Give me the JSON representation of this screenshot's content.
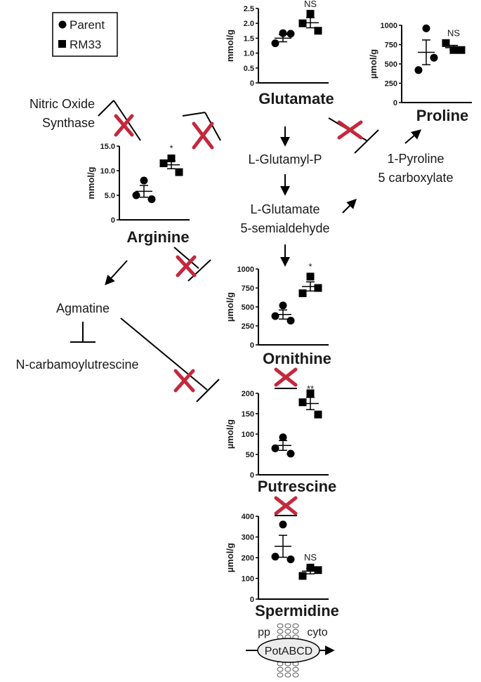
{
  "legend": {
    "parent": "Parent",
    "mutant": "RM33"
  },
  "pathway": {
    "nitric_oxide_synthase": [
      "Nitric Oxide",
      "Synthase"
    ],
    "l_glutamyl_p": "L-Glutamyl-P",
    "l_glutamate_semialdehyde": [
      "L-Glutamate",
      "5-semialdehyde"
    ],
    "pyroline": [
      "1-Pyroline",
      "5 carboxylate"
    ],
    "agmatine": "Agmatine",
    "n_carbamoylputrescine": "N-carbamoylutrescine"
  },
  "transport": {
    "left": "pp",
    "right": "cyto",
    "protein": "PotABCD"
  },
  "colors": {
    "block_mark": "#c4283c",
    "ink": "#000000"
  },
  "chart_data": [
    {
      "type": "scatter",
      "title": "Glutamate",
      "ylabel": "mmol/g",
      "ylim": [
        0,
        2.5
      ],
      "yticks": [
        "0",
        "0.5",
        "1.0",
        "1.5",
        "2.0",
        "2.5"
      ],
      "significance": "NS",
      "series": [
        {
          "name": "Parent",
          "marker": "circle",
          "values": [
            1.67,
            1.65,
            1.33
          ],
          "mean": 1.5,
          "sem": 0.12
        },
        {
          "name": "RM33",
          "marker": "square",
          "values": [
            2.32,
            2.0,
            1.75
          ],
          "mean": 2.02,
          "sem": 0.17
        }
      ]
    },
    {
      "type": "scatter",
      "title": "Proline",
      "ylabel": "µmol/g",
      "ylim": [
        0,
        1000
      ],
      "yticks": [
        "0",
        "250",
        "500",
        "750",
        "1000"
      ],
      "significance": "NS",
      "series": [
        {
          "name": "Parent",
          "marker": "circle",
          "values": [
            960,
            580,
            420
          ],
          "mean": 650,
          "sem": 160
        },
        {
          "name": "RM33",
          "marker": "square",
          "values": [
            680,
            770,
            680
          ],
          "mean": 710,
          "sem": 30
        }
      ]
    },
    {
      "type": "scatter",
      "title": "Arginine",
      "ylabel": "mmol/g",
      "ylim": [
        0,
        15
      ],
      "yticks": [
        "0",
        "5.0",
        "10.0",
        "15.0"
      ],
      "significance": "*",
      "series": [
        {
          "name": "Parent",
          "marker": "circle",
          "values": [
            8.0,
            4.2,
            5.0
          ],
          "mean": 5.8,
          "sem": 1.2
        },
        {
          "name": "RM33",
          "marker": "square",
          "values": [
            12.5,
            11.5,
            9.7
          ],
          "mean": 11.2,
          "sem": 0.8
        }
      ]
    },
    {
      "type": "scatter",
      "title": "Ornithine",
      "ylabel": "µmol/g",
      "ylim": [
        0,
        1000
      ],
      "yticks": [
        "0",
        "250",
        "500",
        "750",
        "1000"
      ],
      "significance": "*",
      "series": [
        {
          "name": "Parent",
          "marker": "circle",
          "values": [
            520,
            320,
            380
          ],
          "mean": 400,
          "sem": 60
        },
        {
          "name": "RM33",
          "marker": "square",
          "values": [
            900,
            680,
            750
          ],
          "mean": 770,
          "sem": 60
        }
      ]
    },
    {
      "type": "scatter",
      "title": "Putrescine",
      "ylabel": "µmol/g",
      "ylim": [
        0,
        200
      ],
      "yticks": [
        "0",
        "50",
        "100",
        "150",
        "200"
      ],
      "significance": "**",
      "series": [
        {
          "name": "Parent",
          "marker": "circle",
          "values": [
            92,
            52,
            65
          ],
          "mean": 72,
          "sem": 12
        },
        {
          "name": "RM33",
          "marker": "square",
          "values": [
            200,
            178,
            148
          ],
          "mean": 175,
          "sem": 15
        }
      ]
    },
    {
      "type": "scatter",
      "title": "Spermidine",
      "ylabel": "µmol/g",
      "ylim": [
        0,
        400
      ],
      "yticks": [
        "0",
        "100",
        "200",
        "300",
        "400"
      ],
      "significance": "NS",
      "series": [
        {
          "name": "Parent",
          "marker": "circle",
          "values": [
            360,
            192,
            205
          ],
          "mean": 255,
          "sem": 53
        },
        {
          "name": "RM33",
          "marker": "square",
          "values": [
            152,
            112,
            140
          ],
          "mean": 135,
          "sem": 13
        }
      ]
    }
  ]
}
